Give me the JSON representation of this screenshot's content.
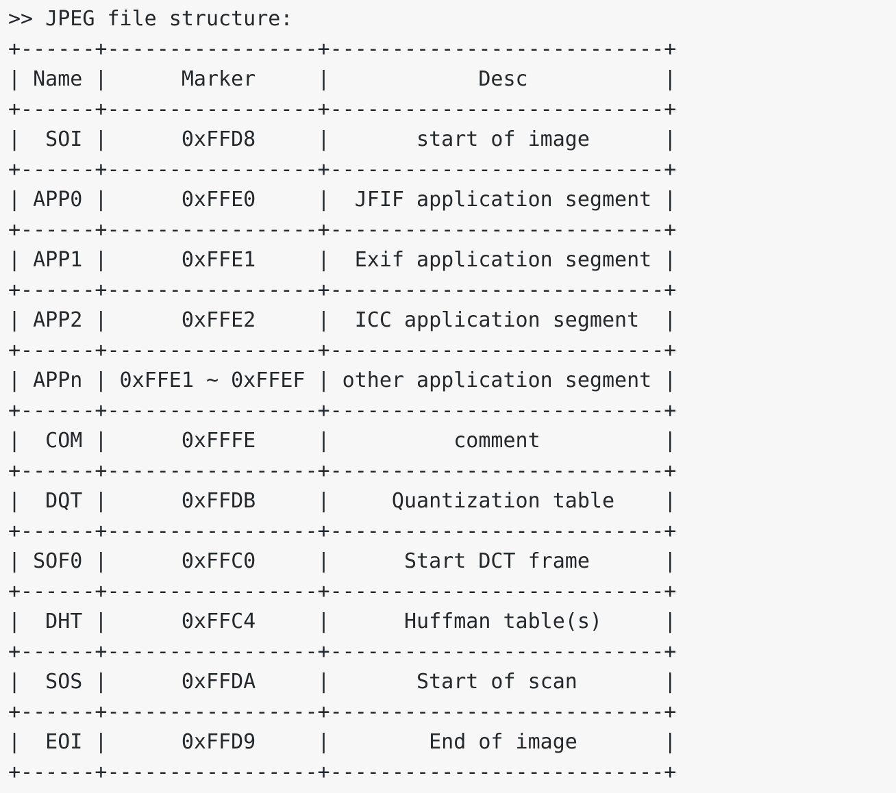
{
  "title": ">> JPEG file structure:",
  "colors": {
    "background": "#f6f7f6",
    "text": "#24292e"
  },
  "table": {
    "columns": [
      {
        "header": "Name",
        "width": 6
      },
      {
        "header": "Marker",
        "width": 17
      },
      {
        "header": "Desc",
        "width": 27
      }
    ],
    "rows": [
      {
        "name": "SOI",
        "marker": "0xFFD8",
        "desc": "start of image"
      },
      {
        "name": "APP0",
        "marker": "0xFFE0",
        "desc": "JFIF application segment"
      },
      {
        "name": "APP1",
        "marker": "0xFFE1",
        "desc": "Exif application segment"
      },
      {
        "name": "APP2",
        "marker": "0xFFE2",
        "desc": "ICC application segment"
      },
      {
        "name": "APPn",
        "marker": "0xFFE1 ~ 0xFFEF",
        "desc": "other application segment"
      },
      {
        "name": "COM",
        "marker": "0xFFFE",
        "desc": "comment"
      },
      {
        "name": "DQT",
        "marker": "0xFFDB",
        "desc": "Quantization table"
      },
      {
        "name": "SOF0",
        "marker": "0xFFC0",
        "desc": "Start DCT frame"
      },
      {
        "name": "DHT",
        "marker": "0xFFC4",
        "desc": "Huffman table(s)"
      },
      {
        "name": "SOS",
        "marker": "0xFFDA",
        "desc": "Start of scan"
      },
      {
        "name": "EOI",
        "marker": "0xFFD9",
        "desc": "End of image"
      }
    ]
  }
}
